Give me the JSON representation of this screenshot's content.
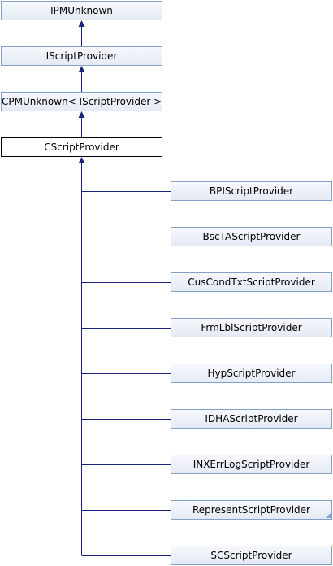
{
  "diagram": {
    "base_classes": [
      "IPMUnknown",
      "IScriptProvider",
      "CPMUnknown< IScriptProvider >"
    ],
    "current_class": "CScriptProvider",
    "derived_classes": [
      "BPIScriptProvider",
      "BscTAScriptProvider",
      "CusCondTxtScriptProvider",
      "FrmLblScriptProvider",
      "HypScriptProvider",
      "IDHAScriptProvider",
      "INXErrLogScriptProvider",
      "RepresentScriptProvider",
      "SCScriptProvider"
    ],
    "colors": {
      "edge": "#1a237e",
      "node_border": "#84a0c8",
      "current_border": "#000000"
    }
  }
}
